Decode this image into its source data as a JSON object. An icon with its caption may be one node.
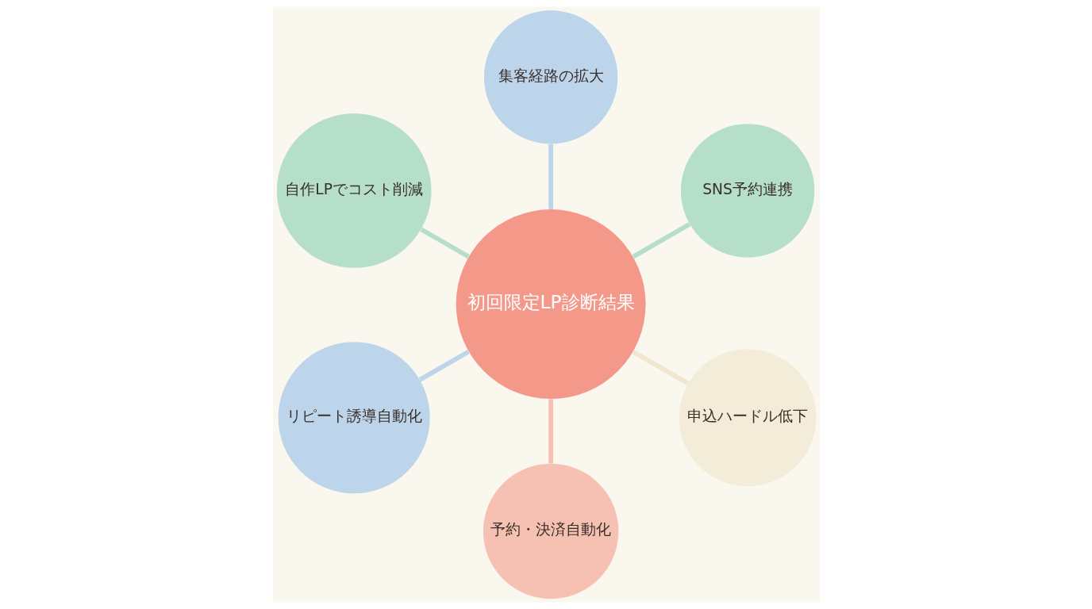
{
  "diagram": {
    "nodes": [
      {
        "text": [
          "初回限定LP診断結果"
        ]
      },
      {
        "text": [
          "集客経路の拡大"
        ]
      },
      {
        "text": [
          "自作LPでコスト削減"
        ]
      },
      {
        "text": [
          "SNS予約連携"
        ]
      },
      {
        "text": [
          "リピート誘導自動化"
        ]
      },
      {
        "text": [
          "申込ハードル低下"
        ]
      },
      {
        "text": [
          "予約・決済自動化"
        ]
      }
    ],
    "edges": [
      {
        "from": 0,
        "to": 1,
        "arrow": "none",
        "color": "#bcd5ea"
      },
      {
        "from": 0,
        "to": 2,
        "arrow": "none",
        "color": "#b5dfc8"
      },
      {
        "from": 0,
        "to": 3,
        "arrow": "none",
        "color": "#b5dfc8"
      },
      {
        "from": 0,
        "to": 4,
        "arrow": "none",
        "color": "#bcd5ea"
      },
      {
        "from": 0,
        "to": 5,
        "arrow": "none",
        "color": "#efe7cf"
      },
      {
        "from": 0,
        "to": 6,
        "arrow": "none",
        "color": "#f6c1b3"
      }
    ]
  }
}
